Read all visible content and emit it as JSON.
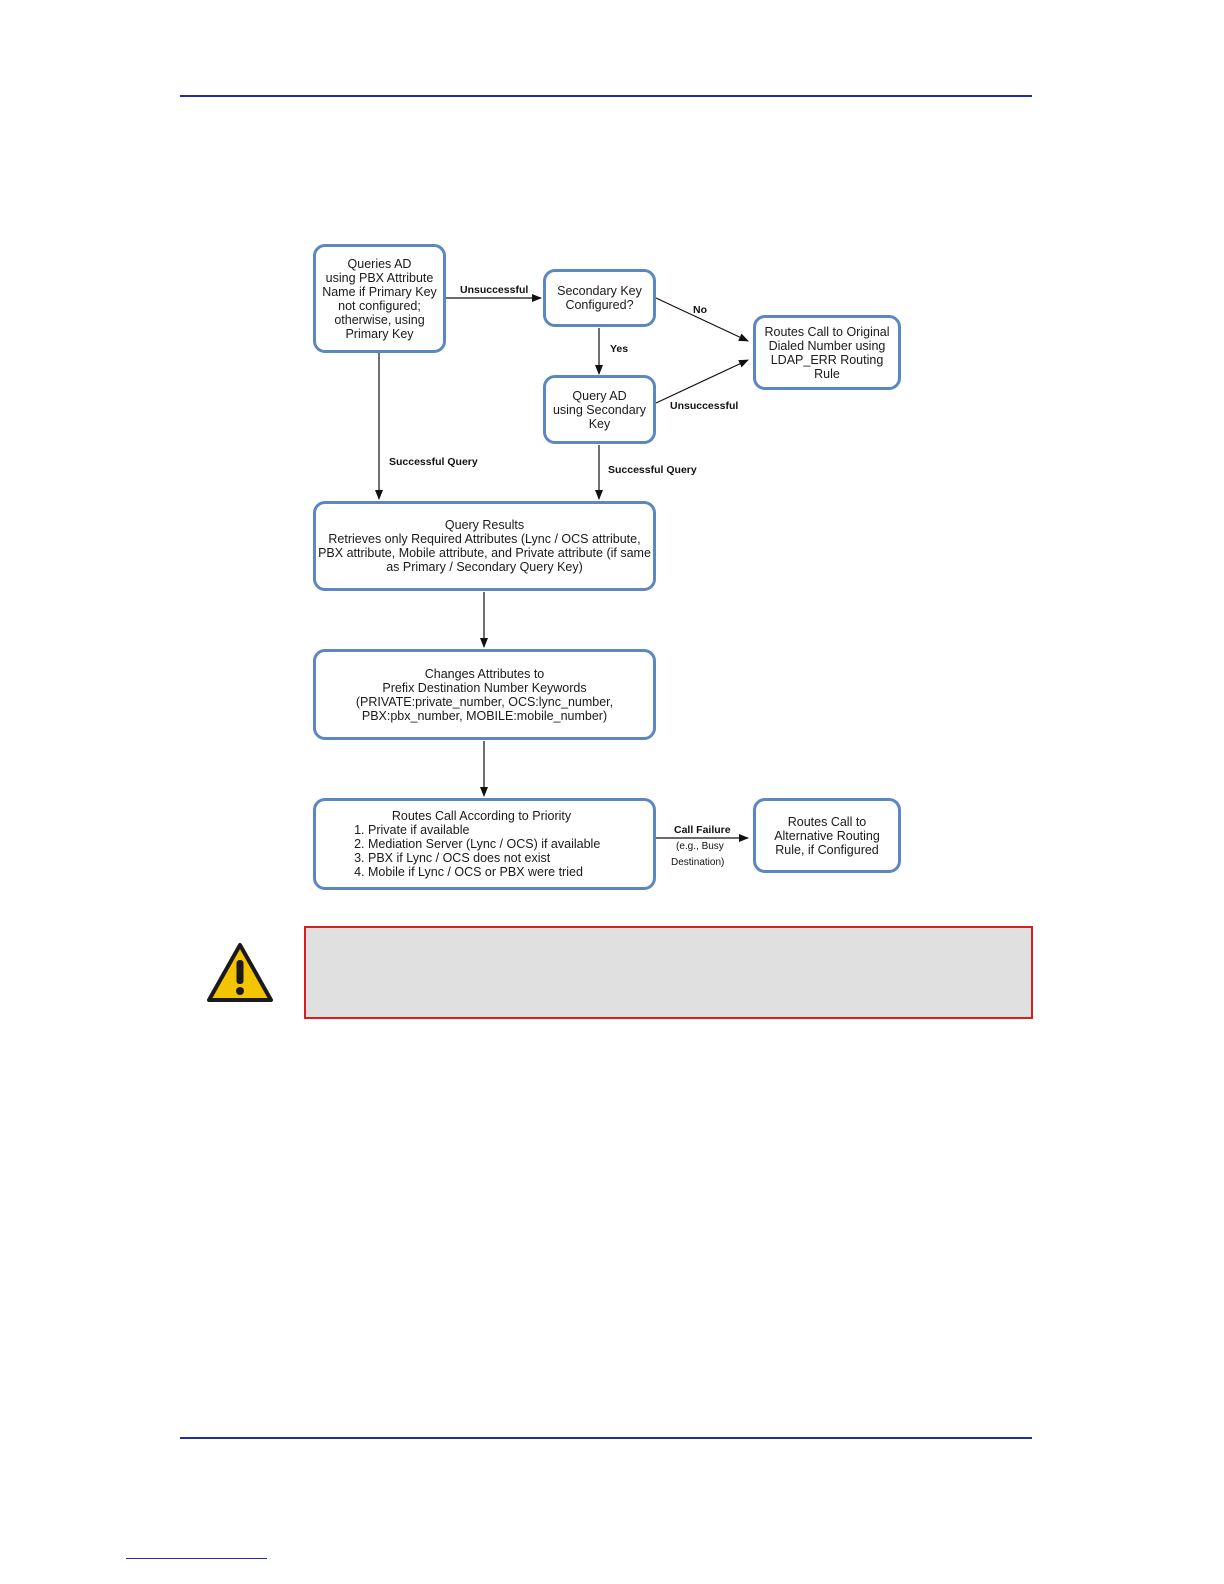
{
  "nodes": {
    "query_primary": [
      "Queries AD",
      "using PBX Attribute",
      "Name if Primary Key",
      "not configured;",
      "otherwise, using",
      "Primary Key"
    ],
    "secondary_configured": [
      "Secondary Key",
      "Configured?"
    ],
    "route_original": [
      "Routes Call to Original",
      "Dialed Number using",
      "LDAP_ERR Routing",
      "Rule"
    ],
    "query_secondary": [
      "Query AD",
      "using Secondary",
      "Key"
    ],
    "query_results": [
      "Query Results",
      "Retrieves only Required Attributes (Lync / OCS attribute,",
      "PBX attribute, Mobile attribute, and Private attribute (if same",
      "as Primary / Secondary Query Key)"
    ],
    "changes_attributes": [
      "Changes Attributes to",
      "Prefix Destination Number Keywords",
      "(PRIVATE:private_number,  OCS:lync_number,",
      "PBX:pbx_number, MOBILE:mobile_number)"
    ],
    "routes_priority": {
      "title": "Routes Call According to Priority",
      "items": [
        "Private if available",
        "Mediation Server (Lync / OCS) if available",
        "PBX if Lync / OCS does not exist",
        "Mobile if Lync  / OCS or PBX were tried"
      ]
    },
    "route_alternative": [
      "Routes Call to",
      "Alternative Routing",
      "Rule, if Configured"
    ]
  },
  "edges": {
    "unsuccessful_1": "Unsuccessful",
    "no": "No",
    "yes": "Yes",
    "unsuccessful_2": "Unsuccessful",
    "successful_1": "Successful  Query",
    "successful_2": "Successful  Query",
    "call_failure": "Call Failure",
    "call_failure_note": [
      "(e.g., Busy",
      "Destination)"
    ]
  },
  "colors": {
    "node_border": "#5b87c5",
    "rule": "#1f2fa0",
    "note_border": "#d81e1e",
    "note_fill": "#e0e0e0",
    "warning_fill": "#f5c400"
  },
  "icons": {
    "note": "warning-icon"
  }
}
